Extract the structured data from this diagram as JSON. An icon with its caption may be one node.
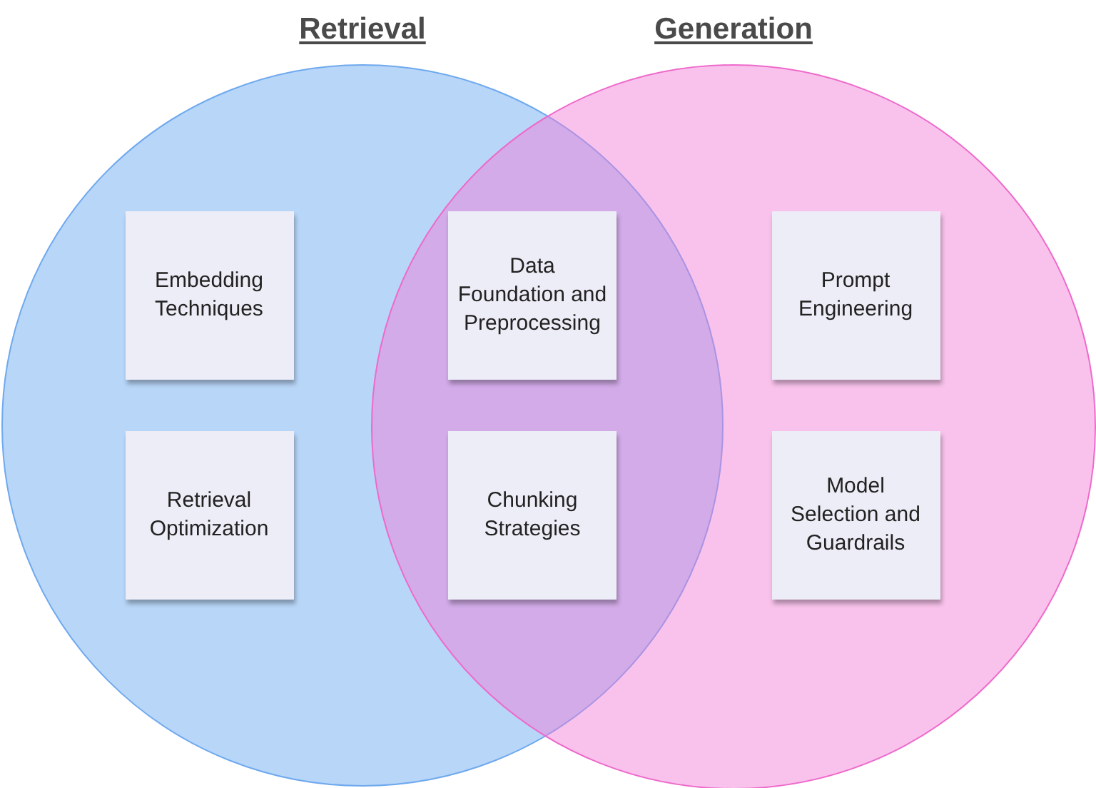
{
  "diagram": {
    "nodes": [
      {
        "text": [
          "Retrieval"
        ]
      },
      {
        "text": [
          "Generation"
        ]
      },
      {
        "text": [
          "Embedding Techniques"
        ],
        "in": 0
      },
      {
        "text": [
          "Data Foundation and Preprocessing"
        ]
      },
      {
        "text": [
          "Prompt Engineering"
        ],
        "in": 1
      },
      {
        "text": [
          "Retrieval Optimization"
        ],
        "in": 0
      },
      {
        "text": [
          "Chunking Strategies"
        ]
      },
      {
        "text": [
          "Model Selection and Guardrails"
        ],
        "in": 1
      }
    ],
    "edges": []
  }
}
